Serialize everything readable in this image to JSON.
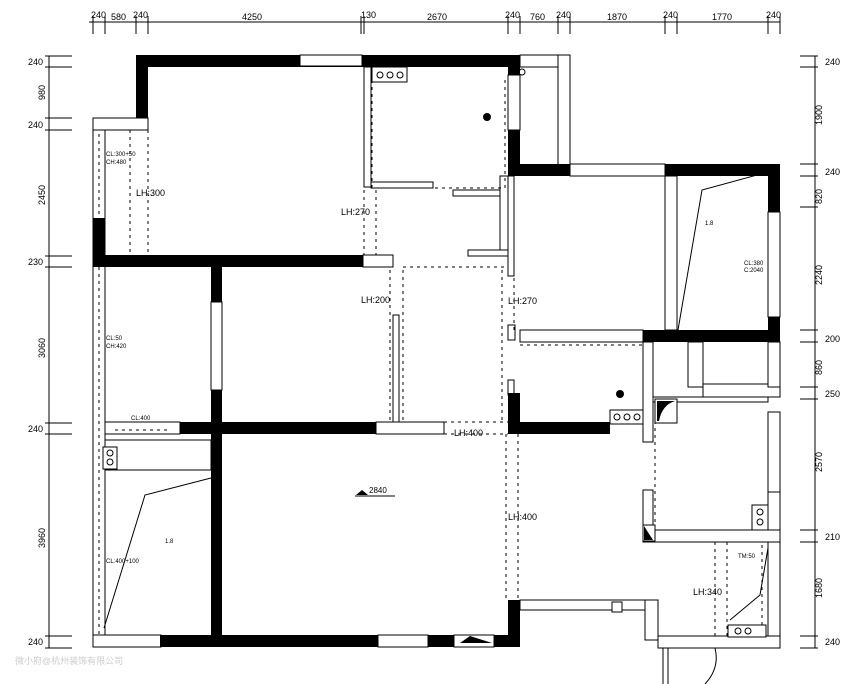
{
  "dimensions": {
    "top": [
      "240",
      "580",
      "240",
      "4250",
      "130",
      "2670",
      "240",
      "760",
      "240",
      "1870",
      "240",
      "1770",
      "240"
    ],
    "left": [
      "240",
      "980",
      "240",
      "2450",
      "230",
      "3060",
      "240",
      "3960",
      "240"
    ],
    "right": [
      "240",
      "1900",
      "240",
      "820",
      "2240",
      "200",
      "860",
      "250",
      "2570",
      "210",
      "1680",
      "240"
    ]
  },
  "labels": {
    "lh_300": "LH:300",
    "lh_270_a": "LH:270",
    "lh_200": "LH:200",
    "lh_270_b": "LH:270",
    "lh_400_a": "LH:400",
    "lh_400_b": "LH:400",
    "lh_340": "LH:340",
    "level_2840": "2840",
    "cl_top_left_1": "CL:300+50",
    "cl_top_left_2": "CH:480",
    "cl_mid_left_1": "CL:50",
    "cl_mid_left_2": "CH:420",
    "cl_400": "CL:400",
    "cl_bottom_left": "CL:400+100",
    "bed_left": "1.8",
    "bed_right": "1.8",
    "cl_right_1": "CL:380",
    "cl_right_2": "C:2040",
    "tm_label": "TM:50"
  },
  "watermark": "微小府@杭州装饰有限公司"
}
